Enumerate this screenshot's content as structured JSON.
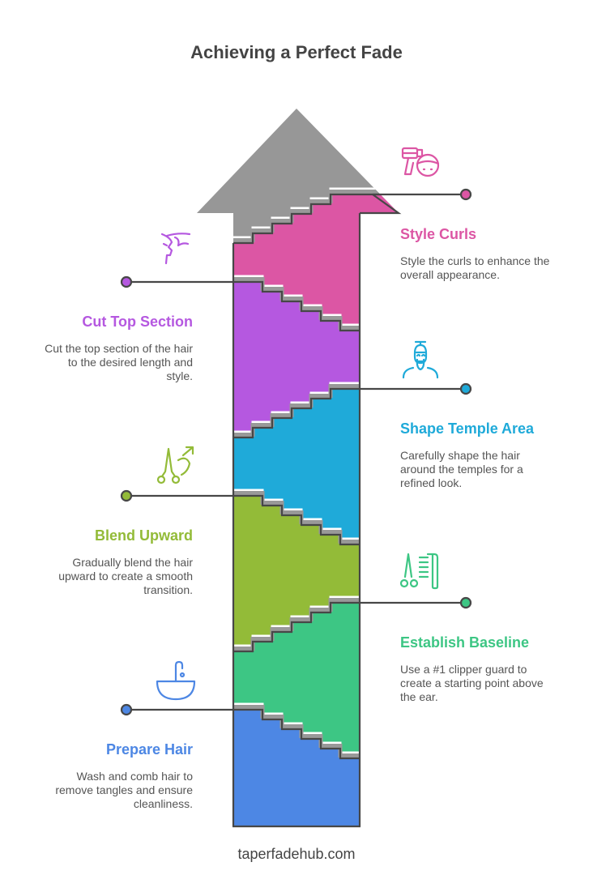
{
  "title": "Achieving a Perfect Fade",
  "footer": "taperfadehub.com",
  "colors": {
    "arrow_head": "#979797",
    "outline": "#474747",
    "pink": "#DC56A4",
    "purple": "#B558E0",
    "cyan": "#1FAAD9",
    "olive": "#93BB38",
    "green": "#3DC684",
    "blue": "#4D87E4"
  },
  "steps": [
    {
      "title": "Style Curls",
      "body": "Style the curls to enhance the overall appearance.",
      "color": "#DC56A4",
      "icon": "hair-dryer-icon"
    },
    {
      "title": "Cut Top Section",
      "body": "Cut the top section of the hair to the desired length and style.",
      "color": "#B558E0",
      "icon": "face-profile-icon"
    },
    {
      "title": "Shape Temple Area",
      "body": "Carefully shape the hair around the temples for a refined look.",
      "color": "#1FAAD9",
      "icon": "bearded-man-icon"
    },
    {
      "title": "Blend Upward",
      "body": "Gradually blend the hair upward to create a smooth transition.",
      "color": "#93BB38",
      "icon": "scissors-arrow-icon"
    },
    {
      "title": "Establish Baseline",
      "body": "Use a #1 clipper guard to create a starting point above the ear.",
      "color": "#3DC684",
      "icon": "scissors-comb-icon"
    },
    {
      "title": "Prepare Hair",
      "body": "Wash and comb hair to remove tangles and ensure cleanliness.",
      "color": "#4D87E4",
      "icon": "sink-icon"
    }
  ]
}
